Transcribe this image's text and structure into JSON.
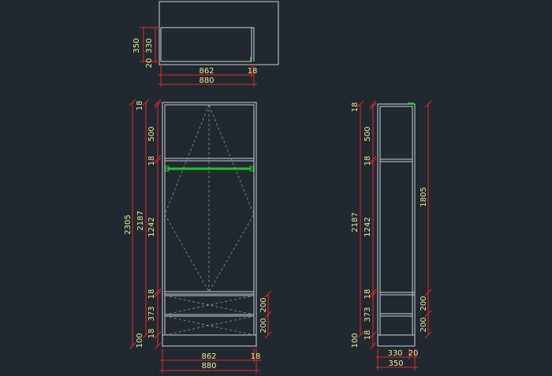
{
  "colors": {
    "background": "#212830",
    "outline": "#c9cfd6",
    "dimension_line": "#e0282a",
    "dimension_text": "#e8e79a",
    "hanging_rail": "#21c12b",
    "hidden_line": "#8e95a0"
  },
  "plan_view": {
    "dims": {
      "d350": "350",
      "d330": "330",
      "d20": "20",
      "d862": "862",
      "d18": "18",
      "d880": "880"
    }
  },
  "front_view": {
    "dims": {
      "t18a": "18",
      "t500": "500",
      "t18b": "18",
      "t1242": "1242",
      "t18c": "18",
      "t373": "373",
      "t18d": "18",
      "t100": "100",
      "h2187": "2187",
      "h2305": "2305",
      "r200a": "200",
      "r200b": "200",
      "b862": "862",
      "b18": "18",
      "b880": "880"
    }
  },
  "side_view": {
    "dims": {
      "t18a": "18",
      "t500": "500",
      "t18b": "18",
      "t1242": "1242",
      "t18c": "18",
      "t373": "373",
      "t18d": "18",
      "t100": "100",
      "h2187": "2187",
      "r1805": "1805",
      "r200a": "200",
      "r200b": "200",
      "b330": "330",
      "b20": "20",
      "b350": "350"
    }
  }
}
